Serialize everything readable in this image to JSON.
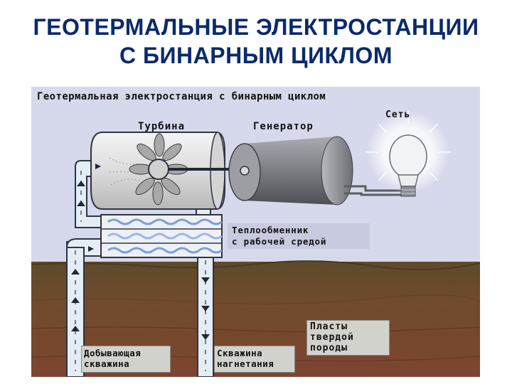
{
  "slide": {
    "title_line1": "ГЕОТЕРМАЛЬНЫЕ ЭЛЕКТРОСТАНЦИИ",
    "title_line2": "С БИНАРНЫМ ЦИКЛОМ"
  },
  "diagram": {
    "caption": "Геотермальная электростанция с бинарным циклом",
    "labels": {
      "turbine": "Турбина",
      "generator": "Генератор",
      "grid": "Сеть",
      "heat_exchanger_line1": "Теплообменник",
      "heat_exchanger_line2": "с рабочей средой",
      "rock_line1": "Пласты",
      "rock_line2": "твердой",
      "rock_line3": "породы",
      "production_well_line1": "Добывающая",
      "production_well_line2": "скважина",
      "injection_well_line1": "Скважина",
      "injection_well_line2": "нагнетания"
    },
    "icons": [
      "turbine-icon",
      "generator-icon",
      "light-bulb-icon",
      "flow-arrow-icon"
    ],
    "colors": {
      "title": "#0a2a6b",
      "background": "#d6d9ec",
      "soil": "#6e4a2a",
      "deep_rock": "#7a4632",
      "pipe": "#e4ecf4",
      "generator": "#7e8086"
    }
  }
}
